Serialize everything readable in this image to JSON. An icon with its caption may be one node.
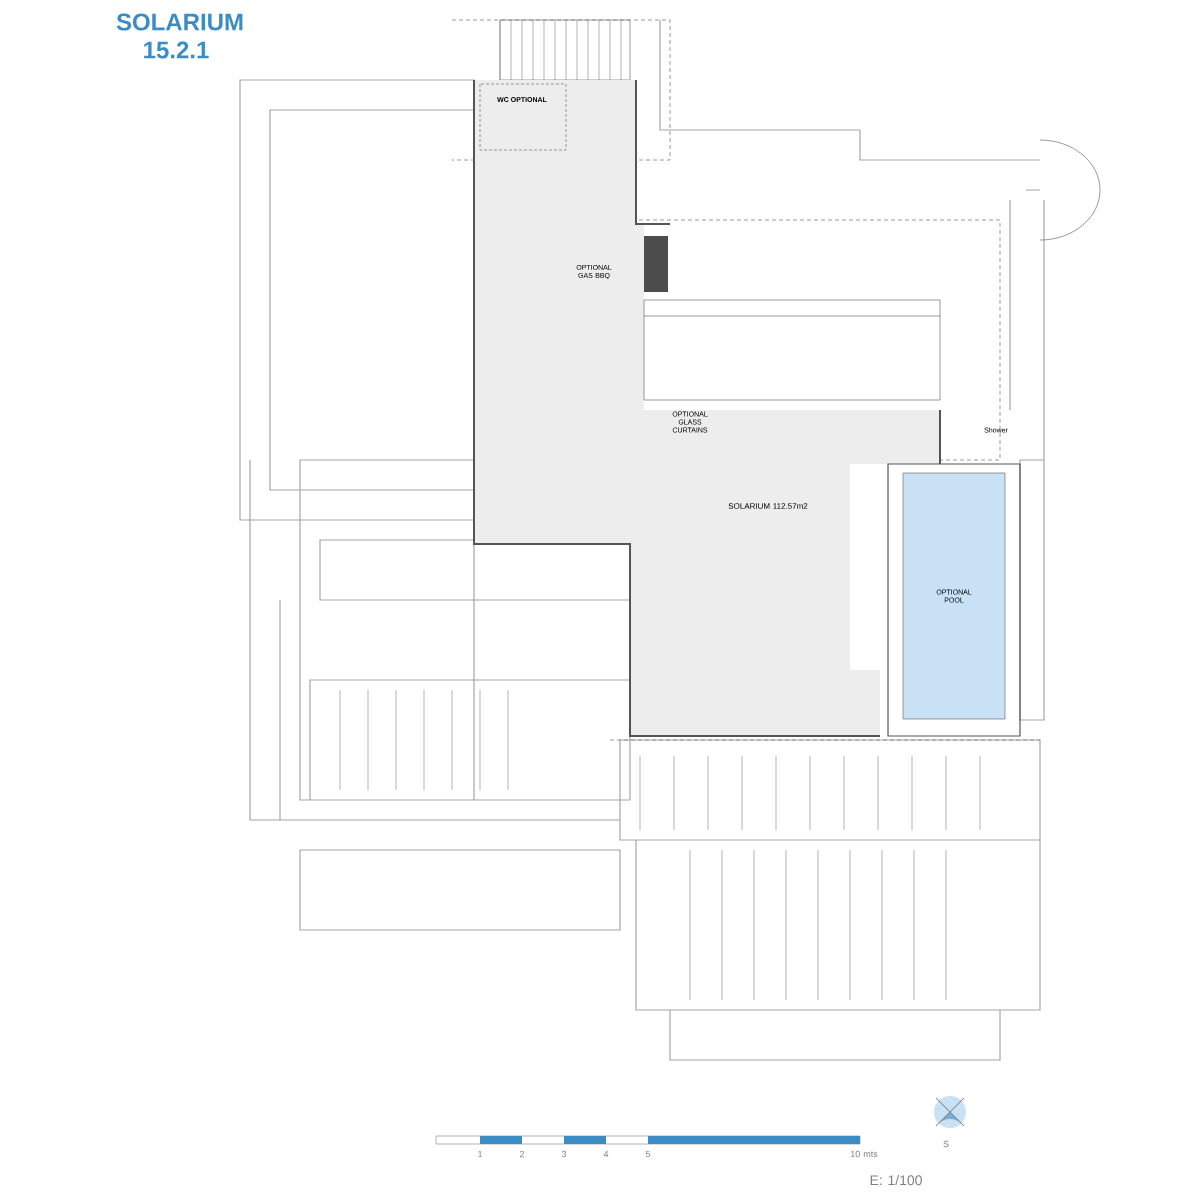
{
  "diagram": {
    "title": "SOLARIUM 15.2.1",
    "nodes": [
      {
        "text": [
          "SOLARIUM 112.57m2"
        ]
      },
      {
        "text": [
          "WC OPTIONAL"
        ],
        "in": 0
      },
      {
        "text": [
          "OPTIONAL POOL"
        ]
      }
    ],
    "labels": [
      "OPTIONAL GAS BBQ",
      "OPTIONAL GLASS CURTAINS",
      "Shower",
      "1",
      "2",
      "3",
      "4",
      "5",
      "10 mts",
      "E: 1/100",
      "S"
    ]
  }
}
